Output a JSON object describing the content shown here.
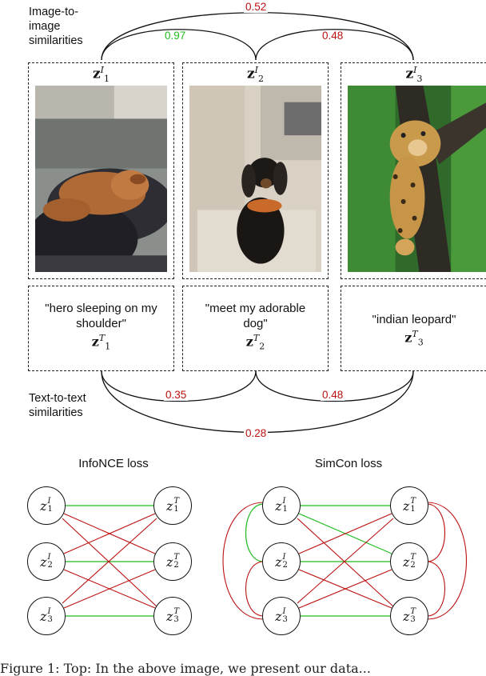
{
  "labels": {
    "image_sim": [
      "Image-to-",
      "image",
      "similarities"
    ],
    "text_sim": [
      "Text-to-text",
      "similarities"
    ]
  },
  "image_similarities": {
    "z1_z2": "0.97",
    "z2_z3": "0.48",
    "z1_z3": "0.52"
  },
  "text_similarities": {
    "z1_z2": "0.35",
    "z2_z3": "0.48",
    "z1_z3": "0.28"
  },
  "columns": [
    {
      "image_symbol": "z",
      "image_sup": "I",
      "image_sub": "1",
      "caption": "\"hero sleeping on my shoulder\"",
      "text_sup": "T",
      "text_sub": "1"
    },
    {
      "image_symbol": "z",
      "image_sup": "I",
      "image_sub": "2",
      "caption": "\"meet my adorable dog\"",
      "text_sup": "T",
      "text_sub": "2"
    },
    {
      "image_symbol": "z",
      "image_sup": "I",
      "image_sub": "3",
      "caption": "\"indian leopard\"",
      "text_sup": "T",
      "text_sub": "3"
    }
  ],
  "losses": {
    "left_title": "InfoNCE loss",
    "right_title": "SimCon loss"
  },
  "nodes": {
    "image": [
      {
        "sym": "z",
        "sup": "I",
        "sub": "1"
      },
      {
        "sym": "z",
        "sup": "I",
        "sub": "2"
      },
      {
        "sym": "z",
        "sup": "I",
        "sub": "3"
      }
    ],
    "text": [
      {
        "sym": "z",
        "sup": "T",
        "sub": "1"
      },
      {
        "sym": "z",
        "sup": "T",
        "sub": "2"
      },
      {
        "sym": "z",
        "sup": "T",
        "sub": "3"
      }
    ]
  },
  "colors": {
    "positive": "#22bb22",
    "negative": "#bb1111",
    "line": "#111111"
  },
  "figure_caption": "Figure 1: Top: In the above image, we present our data..."
}
